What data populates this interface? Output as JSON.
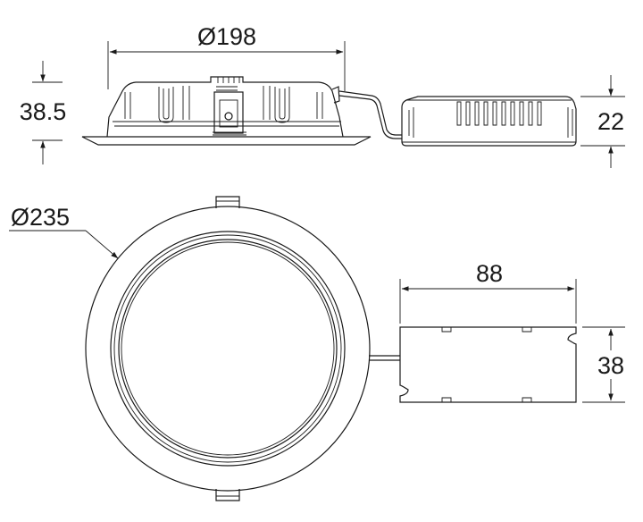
{
  "dimensions": {
    "side_diameter": "Ø198",
    "side_height": "38.5",
    "driver_height": "22",
    "front_diameter": "Ø235",
    "driver_length": "88",
    "driver_width": "38"
  }
}
